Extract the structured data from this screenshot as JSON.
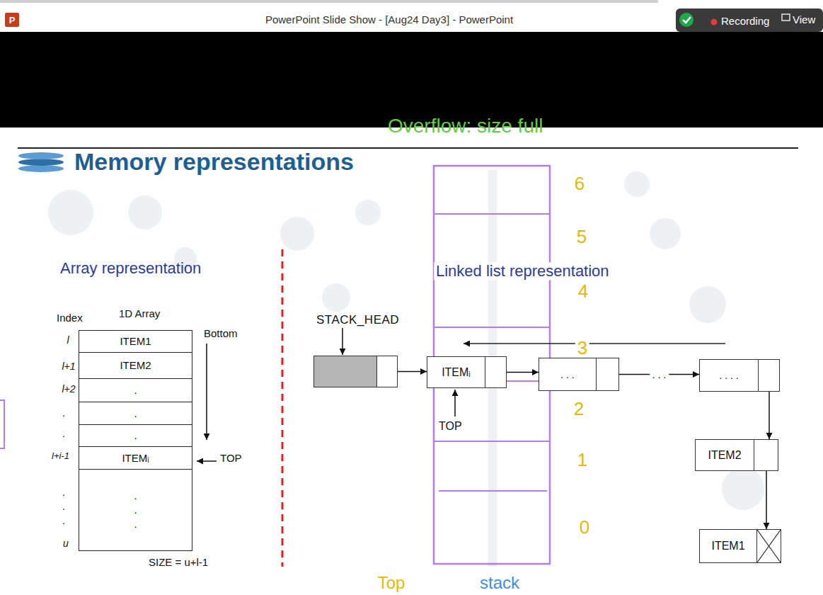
{
  "diagram": {
    "title": "Memory representations",
    "nodes": [
      {
        "text": [
          "ITEM1"
        ]
      },
      {
        "text": [
          "ITEM2"
        ]
      },
      {
        "text": [
          "."
        ]
      },
      {
        "text": [
          "."
        ]
      },
      {
        "text": [
          "."
        ]
      },
      {
        "text": [
          "ITEMᵢ"
        ]
      },
      {
        "text": [
          ".",
          ".",
          "."
        ]
      },
      {
        "text": [
          "STACK_HEAD"
        ]
      },
      {
        "text": [
          "ITEMᵢ"
        ]
      },
      {
        "text": [
          ". . ."
        ]
      },
      {
        "text": [
          ". . . ."
        ]
      },
      {
        "text": [
          "ITEM2"
        ]
      },
      {
        "text": [
          "ITEM1"
        ]
      }
    ],
    "edges": [
      {
        "from": 7,
        "to": 8,
        "arrow": "to"
      },
      {
        "from": 8,
        "to": 9,
        "arrow": "to"
      },
      {
        "from": 9,
        "to": 10,
        "label": ". . .",
        "arrow": "to"
      },
      {
        "from": 10,
        "to": 11,
        "arrow": "to"
      },
      {
        "from": 11,
        "to": 12,
        "arrow": "to"
      }
    ],
    "labels": [
      "P",
      "PowerPoint Slide Show - [Aug24 Day3] - PowerPoint",
      "Recording",
      "View",
      "Overflow: size full",
      "Array representation",
      "Linked list representation",
      "Index",
      "1D Array",
      "Bottom",
      "l",
      "l+1",
      "l+2",
      ".",
      ".",
      "l+i-1",
      ".",
      ".",
      ".",
      "u",
      "TOP",
      "SIZE = u+l-1",
      "TOP",
      "6",
      "5",
      "4",
      "3",
      "2",
      "1",
      "0",
      "Top",
      "stack"
    ]
  }
}
